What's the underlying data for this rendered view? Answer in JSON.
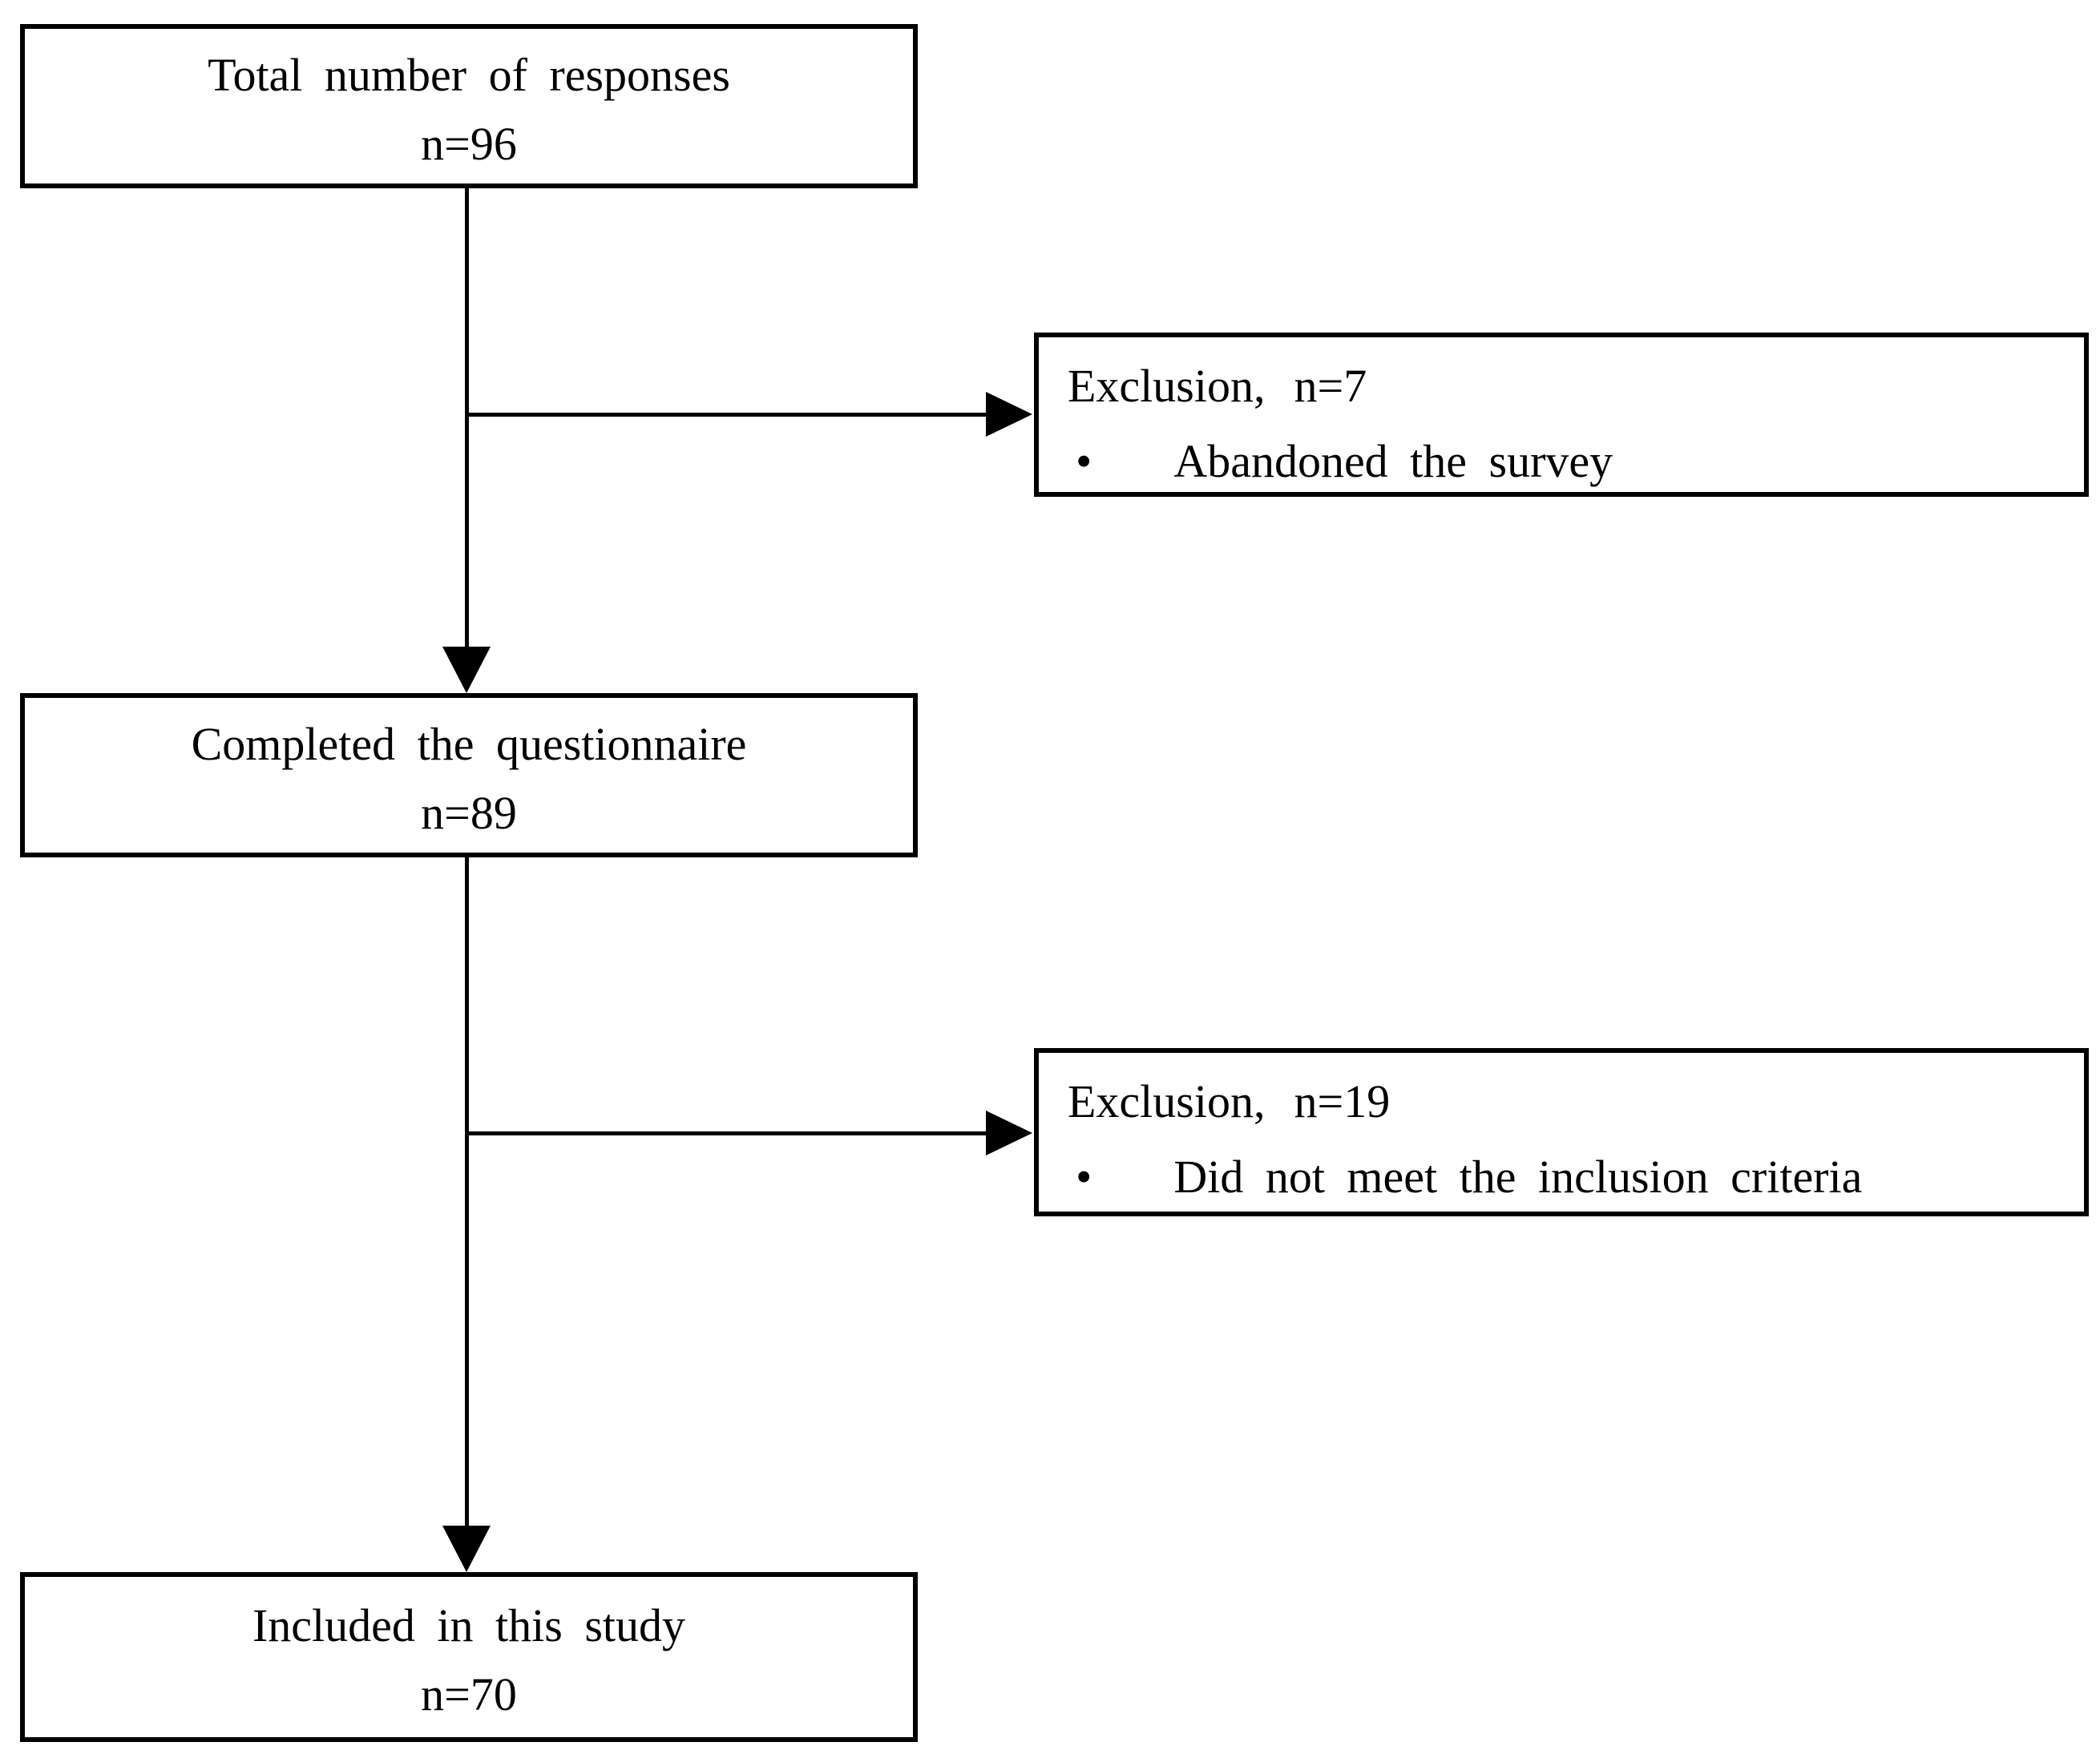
{
  "figure": {
    "type": "participant-flow-diagram",
    "background_color": "#ffffff",
    "line_color": "#000000",
    "text_color": "#000000"
  },
  "nodes": {
    "total": {
      "line1": "Total number of responses",
      "line2": "n=96"
    },
    "completed": {
      "line1": "Completed the questionnaire",
      "line2": "n=89"
    },
    "included": {
      "line1": "Included in this study",
      "line2": "n=70"
    },
    "exclusion1": {
      "title": "Exclusion,",
      "count": "n=7",
      "bullet_char": "•",
      "bullet_text": "Abandoned the survey"
    },
    "exclusion2": {
      "title": "Exclusion,",
      "count": "n=19",
      "bullet_char": "•",
      "bullet_text": "Did not meet the inclusion criteria"
    }
  },
  "connectors": {
    "total_to_completed": "arrow-down",
    "branch_to_exclusion1": "arrow-right",
    "completed_to_included": "arrow-down",
    "branch_to_exclusion2": "arrow-right"
  }
}
